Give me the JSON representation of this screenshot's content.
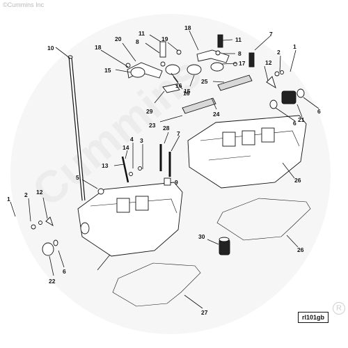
{
  "watermark": {
    "copyright": "©Cummins Inc",
    "word": "Cummins"
  },
  "figure_code": "rl101gb",
  "registered_mark": "R",
  "callouts": [
    {
      "id": "c1a",
      "text": "1"
    },
    {
      "id": "c1b",
      "text": "1"
    },
    {
      "id": "c2a",
      "text": "2"
    },
    {
      "id": "c2b",
      "text": "2"
    },
    {
      "id": "c3",
      "text": "3"
    },
    {
      "id": "c4",
      "text": "4"
    },
    {
      "id": "c5",
      "text": "5"
    },
    {
      "id": "c6a",
      "text": "6"
    },
    {
      "id": "c6b",
      "text": "6"
    },
    {
      "id": "c6c",
      "text": "6"
    },
    {
      "id": "c7a",
      "text": "7"
    },
    {
      "id": "c7b",
      "text": "7"
    },
    {
      "id": "c8a",
      "text": "8"
    },
    {
      "id": "c8b",
      "text": "8"
    },
    {
      "id": "c9",
      "text": "9"
    },
    {
      "id": "c10",
      "text": "10"
    },
    {
      "id": "c11a",
      "text": "11"
    },
    {
      "id": "c11b",
      "text": "11"
    },
    {
      "id": "c12a",
      "text": "12"
    },
    {
      "id": "c12b",
      "text": "12"
    },
    {
      "id": "c13",
      "text": "13"
    },
    {
      "id": "c14",
      "text": "14"
    },
    {
      "id": "c15a",
      "text": "15"
    },
    {
      "id": "c15b",
      "text": "15"
    },
    {
      "id": "c16a",
      "text": "16"
    },
    {
      "id": "c16b",
      "text": "16"
    },
    {
      "id": "c17",
      "text": "17"
    },
    {
      "id": "c18a",
      "text": "18"
    },
    {
      "id": "c18b",
      "text": "18"
    },
    {
      "id": "c19",
      "text": "19"
    },
    {
      "id": "c20",
      "text": "20"
    },
    {
      "id": "c21",
      "text": "21"
    },
    {
      "id": "c22",
      "text": "22"
    },
    {
      "id": "c23",
      "text": "23"
    },
    {
      "id": "c24",
      "text": "24"
    },
    {
      "id": "c25",
      "text": "25"
    },
    {
      "id": "c26a",
      "text": "26"
    },
    {
      "id": "c26b",
      "text": "26"
    },
    {
      "id": "c27",
      "text": "27"
    },
    {
      "id": "c28",
      "text": "28"
    },
    {
      "id": "c29",
      "text": "29"
    },
    {
      "id": "c30",
      "text": "30"
    }
  ]
}
